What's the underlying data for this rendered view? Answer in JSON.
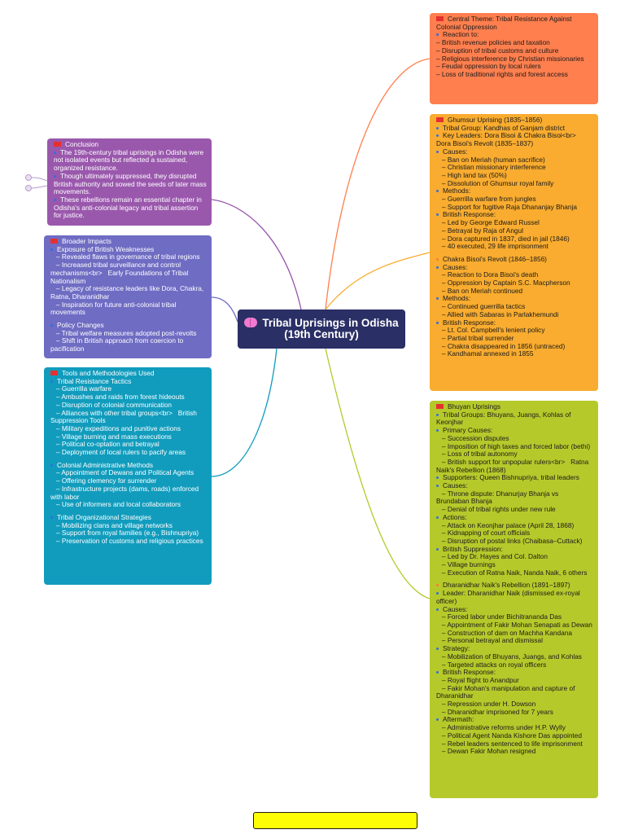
{
  "central": {
    "title": "Tribal Uprisings in Odisha (19th Century)"
  },
  "colors": {
    "central": "#2a2f66",
    "orange": "#ff7f4e",
    "amber": "#f9ac2f",
    "lime": "#b6c92b",
    "purple": "#9a58ad",
    "indigo": "#6f6cc3",
    "teal": "#119cbd"
  },
  "cards": [
    {
      "id": "central-theme",
      "color": "#ff7f4e",
      "lines": [
        {
          "t": "heading",
          "text": "Central Theme: Tribal Resistance Against Colonial Oppression"
        },
        {
          "t": "sub",
          "text": "Reaction to:"
        },
        {
          "t": "plain",
          "text": "– British revenue policies and taxation"
        },
        {
          "t": "plain",
          "text": "– Disruption of tribal customs and culture"
        },
        {
          "t": "plain",
          "text": "– Religious interference by Christian missionaries"
        },
        {
          "t": "plain",
          "text": "– Feudal oppression by local rulers"
        },
        {
          "t": "plain",
          "text": "– Loss of traditional rights and forest access"
        }
      ]
    },
    {
      "id": "ghumsur",
      "color": "#f9ac2f",
      "lines": [
        {
          "t": "heading",
          "text": "Ghumsur Uprising (1835–1856)"
        },
        {
          "t": "sub",
          "text": "Tribal Group: Kandhas of Ganjam district"
        },
        {
          "t": "sub",
          "text": "Key Leaders: Dora Bisoi & Chakra Bisoi<br>   Dora Bisoi's Revolt (1835–1837)"
        },
        {
          "t": "sub2",
          "text": "Causes:"
        },
        {
          "t": "plain",
          "text": "   – Ban on Meriah (human sacrifice)"
        },
        {
          "t": "plain",
          "text": "   – Christian missionary interference"
        },
        {
          "t": "plain",
          "text": "   – High land tax (50%)"
        },
        {
          "t": "plain",
          "text": "   – Dissolution of Ghumsur royal family"
        },
        {
          "t": "sub2",
          "text": "Methods:"
        },
        {
          "t": "plain",
          "text": "   – Guerrilla warfare from jungles"
        },
        {
          "t": "plain",
          "text": "   – Support for fugitive Raja Dhananjay Bhanja"
        },
        {
          "t": "sub2",
          "text": "British Response:"
        },
        {
          "t": "plain",
          "text": "   – Led by George Edward Russel"
        },
        {
          "t": "plain",
          "text": "   – Betrayal by Raja of Angul"
        },
        {
          "t": "plain",
          "text": "   – Dora captured in 1837, died in jail (1846)"
        },
        {
          "t": "plain",
          "text": "   – 40 executed, 29 life imprisonment"
        },
        {
          "t": "blank",
          "text": ""
        },
        {
          "t": "subO",
          "text": "Chakra Bisoi's Revolt (1846–1856)"
        },
        {
          "t": "sub2",
          "text": "Causes:"
        },
        {
          "t": "plain",
          "text": "   – Reaction to Dora Bisoi's death"
        },
        {
          "t": "plain",
          "text": "   – Oppression by Captain S.C. Macpherson"
        },
        {
          "t": "plain",
          "text": "   – Ban on Meriah continued"
        },
        {
          "t": "sub2",
          "text": "Methods:"
        },
        {
          "t": "plain",
          "text": "   – Continued guerrilla tactics"
        },
        {
          "t": "plain",
          "text": "   – Allied with Sabaras in Parlakhemundi"
        },
        {
          "t": "sub2",
          "text": "British Response:"
        },
        {
          "t": "plain",
          "text": "   – Lt. Col. Campbell's lenient policy"
        },
        {
          "t": "plain",
          "text": "   – Partial tribal surrender"
        },
        {
          "t": "plain",
          "text": "   – Chakra disappeared in 1856 (untraced)"
        },
        {
          "t": "plain",
          "text": "   – Kandhamal annexed in 1855"
        }
      ]
    },
    {
      "id": "bhuyan",
      "color": "#b6c92b",
      "lines": [
        {
          "t": "heading",
          "text": "Bhuyan Uprisings"
        },
        {
          "t": "sub",
          "text": "Tribal Groups: Bhuyans, Juangs, Kohlas of Keonjhar"
        },
        {
          "t": "sub",
          "text": "Primary Causes:"
        },
        {
          "t": "plain",
          "text": "   – Succession disputes"
        },
        {
          "t": "plain",
          "text": "   – Imposition of high taxes and forced labor (bethi)"
        },
        {
          "t": "plain",
          "text": "   – Loss of tribal autonomy"
        },
        {
          "t": "plain",
          "text": "   – British support for unpopular rulers<br>   Ratna Naik's Rebellion (1868)"
        },
        {
          "t": "sub2",
          "text": "Supporters: Queen Bishnupriya, tribal leaders"
        },
        {
          "t": "sub2",
          "text": "Causes:"
        },
        {
          "t": "plain",
          "text": "   – Throne dispute: Dhanurjay Bhanja vs Brundaban Bhanja"
        },
        {
          "t": "plain",
          "text": "   – Denial of tribal rights under new rule"
        },
        {
          "t": "sub2",
          "text": "Actions:"
        },
        {
          "t": "plain",
          "text": "   – Attack on Keonjhar palace (April 28, 1868)"
        },
        {
          "t": "plain",
          "text": "   – Kidnapping of court officials"
        },
        {
          "t": "plain",
          "text": "   – Disruption of postal links (Chaibasa–Cuttack)"
        },
        {
          "t": "sub2",
          "text": "British Suppression:"
        },
        {
          "t": "plain",
          "text": "   – Led by Dr. Hayes and Col. Dalton"
        },
        {
          "t": "plain",
          "text": "   – Village burnings"
        },
        {
          "t": "plain",
          "text": "   – Execution of Ratna Naik, Nanda Naik, 6 others"
        },
        {
          "t": "blank",
          "text": ""
        },
        {
          "t": "subO",
          "text": "Dharanidhar Naik's Rebellion (1891–1897)"
        },
        {
          "t": "sub2",
          "text": "Leader: Dharanidhar Naik (dismissed ex-royal officer)"
        },
        {
          "t": "sub2",
          "text": "Causes:"
        },
        {
          "t": "plain",
          "text": "   – Forced labor under Bichitrananda Das"
        },
        {
          "t": "plain",
          "text": "   – Appointment of Fakir Mohan Senapati as Dewan"
        },
        {
          "t": "plain",
          "text": "   – Construction of dam on Machha Kandana"
        },
        {
          "t": "plain",
          "text": "   – Personal betrayal and dismissal"
        },
        {
          "t": "sub2",
          "text": "Strategy:"
        },
        {
          "t": "plain",
          "text": "   – Mobilization of Bhuyans, Juangs, and Kohlas"
        },
        {
          "t": "plain",
          "text": "   – Targeted attacks on royal officers"
        },
        {
          "t": "sub2",
          "text": "British Response:"
        },
        {
          "t": "plain",
          "text": "   – Royal flight to Anandpur"
        },
        {
          "t": "plain",
          "text": "   – Fakir Mohan's manipulation and capture of Dharanidhar"
        },
        {
          "t": "plain",
          "text": "   – Repression under H. Dowson"
        },
        {
          "t": "plain",
          "text": "   – Dharanidhar imprisoned for 7 years"
        },
        {
          "t": "sub2",
          "text": "Aftermath:"
        },
        {
          "t": "plain",
          "text": "   – Administrative reforms under H.P. Wylly"
        },
        {
          "t": "plain",
          "text": "   – Political Agent Nanda Kishore Das appointed"
        },
        {
          "t": "plain",
          "text": "   – Rebel leaders sentenced to life imprisonment"
        },
        {
          "t": "plain",
          "text": "   – Dewan Fakir Mohan resigned"
        }
      ]
    },
    {
      "id": "conclusion",
      "color": "#9a58ad",
      "lines": [
        {
          "t": "heading",
          "text": "Conclusion"
        },
        {
          "t": "sub",
          "text": "The 19th-century tribal uprisings in Odisha were not isolated events but reflected a sustained, organized resistance."
        },
        {
          "t": "sub",
          "text": "Though ultimately suppressed, they disrupted British authority and sowed the seeds of later mass movements."
        },
        {
          "t": "sub",
          "text": "These rebellions remain an essential chapter in Odisha's anti-colonial legacy and tribal assertion for justice."
        }
      ]
    },
    {
      "id": "broader-impacts",
      "color": "#6f6cc3",
      "lines": [
        {
          "t": "heading",
          "text": "Broader Impacts"
        },
        {
          "t": "sub",
          "text": "Exposure of British Weaknesses"
        },
        {
          "t": "plain",
          "text": "   – Revealed flaws in governance of tribal regions"
        },
        {
          "t": "plain",
          "text": "   – Increased tribal surveillance and control mechanisms<br>   Early Foundations of Tribal Nationalism"
        },
        {
          "t": "plain",
          "text": "   – Legacy of resistance leaders like Dora, Chakra, Ratna, Dharanidhar"
        },
        {
          "t": "plain",
          "text": "   – Inspiration for future anti-colonial tribal movements"
        },
        {
          "t": "blank",
          "text": ""
        },
        {
          "t": "sub",
          "text": "Policy Changes"
        },
        {
          "t": "plain",
          "text": "   – Tribal welfare measures adopted post-revolts"
        },
        {
          "t": "plain",
          "text": "   – Shift in British approach from coercion to pacification"
        }
      ]
    },
    {
      "id": "tools-methodologies",
      "color": "#119cbd",
      "lines": [
        {
          "t": "heading",
          "text": "Tools and Methodologies Used"
        },
        {
          "t": "sub",
          "text": "Tribal Resistance Tactics"
        },
        {
          "t": "plain",
          "text": "   – Guerrilla warfare"
        },
        {
          "t": "plain",
          "text": "   – Ambushes and raids from forest hideouts"
        },
        {
          "t": "plain",
          "text": "   – Disruption of colonial communication"
        },
        {
          "t": "plain",
          "text": "   – Alliances with other tribal groups<br>   British Suppression Tools"
        },
        {
          "t": "plain",
          "text": "   – Military expeditions and punitive actions"
        },
        {
          "t": "plain",
          "text": "   – Village burning and mass executions"
        },
        {
          "t": "plain",
          "text": "   – Political co-optation and betrayal"
        },
        {
          "t": "plain",
          "text": "   – Deployment of local rulers to pacify areas"
        },
        {
          "t": "blank",
          "text": ""
        },
        {
          "t": "sub",
          "text": "Colonial Administrative Methods"
        },
        {
          "t": "plain",
          "text": "   – Appointment of Dewans and Political Agents"
        },
        {
          "t": "plain",
          "text": "   – Offering clemency for surrender"
        },
        {
          "t": "plain",
          "text": "   – Infrastructure projects (dams, roads) enforced with labor"
        },
        {
          "t": "plain",
          "text": "   – Use of informers and local collaborators"
        },
        {
          "t": "blank",
          "text": ""
        },
        {
          "t": "sub",
          "text": "Tribal Organizational Strategies"
        },
        {
          "t": "plain",
          "text": "   – Mobilizing clans and village networks"
        },
        {
          "t": "plain",
          "text": "   – Support from royal families (e.g., Bishnupriya)"
        },
        {
          "t": "plain",
          "text": "   – Preservation of customs and religious practices"
        }
      ]
    }
  ]
}
